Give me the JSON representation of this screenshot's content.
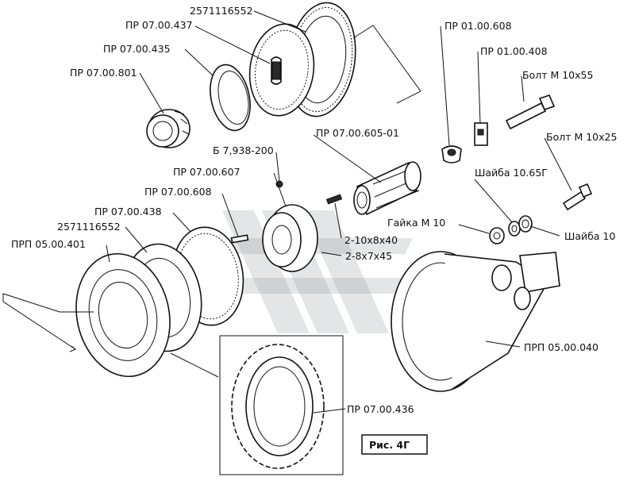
{
  "figure": {
    "caption": "Рис. 4Г",
    "labels": {
      "top_bearing_no": "2571116552",
      "pr_07_00_437": "ПР 07.00.437",
      "pr_07_00_435": "ПР 07.00.435",
      "pr_07_00_801": "ПР 07.00.801",
      "pr_01_00_608": "ПР 01.00.608",
      "pr_01_00_408": "ПР 01.00.408",
      "bolt_m10x55": "Болт М 10x55",
      "pr_07_00_605_01": "ПР 07.00.605-01",
      "bolt_m10x25": "Болт М 10x25",
      "b_7_938_200": "Б 7,938-200",
      "pr_07_00_607": "ПР 07.00.607",
      "washer_10_65g": "Шайба 10.65Г",
      "pr_07_00_608": "ПР 07.00.608",
      "pr_07_00_438": "ПР 07.00.438",
      "nut_m10": "Гайка М 10",
      "lower_bearing_no": "2571116552",
      "spline_1": "2-10x8x40",
      "washer_10": "Шайба 10",
      "prp_05_00_401": "ПРП 05.00.401",
      "spline_2": "2-8x7x45",
      "prp_05_00_040": "ПРП 05.00.040",
      "pr_07_00_436": "ПР 07.00.436"
    }
  }
}
